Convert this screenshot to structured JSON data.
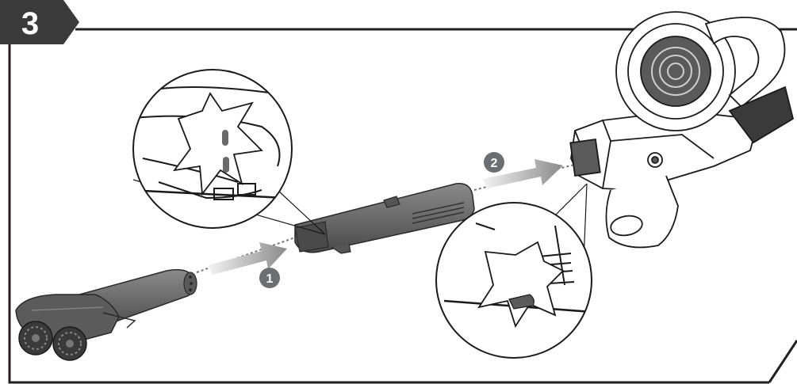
{
  "step": {
    "number": "3"
  },
  "callouts": [
    {
      "label": "1"
    },
    {
      "label": "2"
    }
  ],
  "colors": {
    "frame": "#231f20",
    "step_badge": "#3a3a3a",
    "callout_badge": "#6d6e71",
    "part_fill": "#6a6a6a",
    "part_dark": "#3c3c3c",
    "arrow_gradient_start": "#f2f2f2",
    "arrow_gradient_end": "#8a8a8a"
  },
  "icons": [
    "floor-nozzle-icon",
    "extension-tube-icon",
    "adapter-tube-icon",
    "blower-unit-icon",
    "magnifier-callout-icon",
    "direction-arrow-icon"
  ]
}
